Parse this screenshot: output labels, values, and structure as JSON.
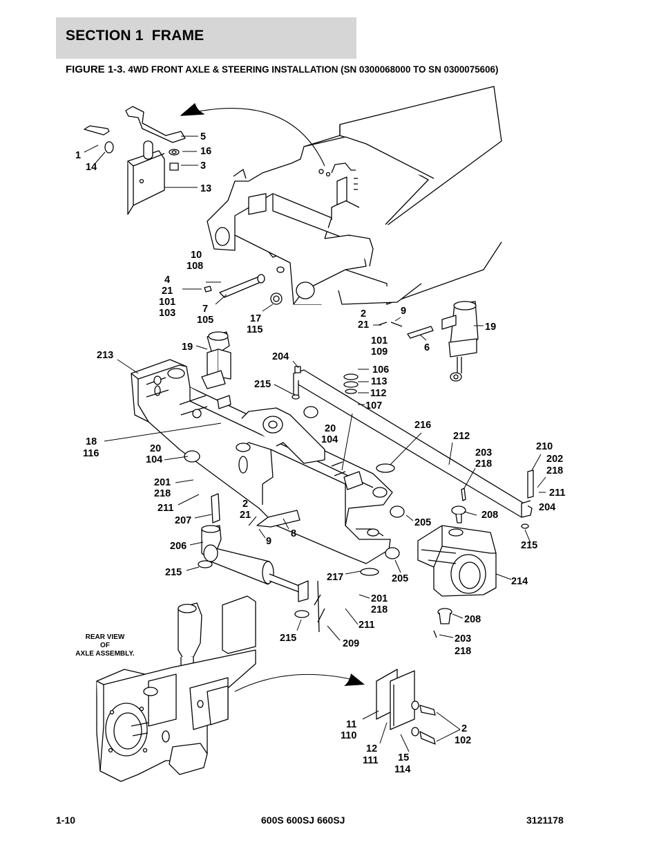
{
  "header": {
    "section_title": "SECTION 1  FRAME",
    "figure_lead": "FIGURE 1-3.",
    "figure_title": " 4WD FRONT AXLE & STEERING INSTALLATION (SN 0300068000 TO SN 0300075606)"
  },
  "note": {
    "line1": "REAR  VIEW",
    "line2": "OF",
    "line3": "AXLE ASSEMBLY."
  },
  "callouts": [
    "5",
    "1",
    "16",
    "14",
    "3",
    "13",
    "10",
    "108",
    "4",
    "21",
    "101",
    "103",
    "7",
    "105",
    "17",
    "115",
    "2",
    "21",
    "9",
    "19",
    "6",
    "213",
    "19",
    "204",
    "101",
    "109",
    "106",
    "113",
    "215",
    "112",
    "107",
    "216",
    "20",
    "104",
    "212",
    "18",
    "116",
    "20",
    "104",
    "210",
    "203",
    "218",
    "202",
    "218",
    "211",
    "204",
    "201",
    "218",
    "211",
    "207",
    "2",
    "21",
    "208",
    "205",
    "9",
    "8",
    "206",
    "215",
    "215",
    "217",
    "205",
    "214",
    "201",
    "218",
    "211",
    "208",
    "215",
    "209",
    "203",
    "218",
    "11",
    "110",
    "2",
    "102",
    "12",
    "111",
    "15",
    "114"
  ],
  "footer": {
    "page": "1-10",
    "models": "600S 600SJ 660SJ",
    "doc_number": "3121178"
  }
}
